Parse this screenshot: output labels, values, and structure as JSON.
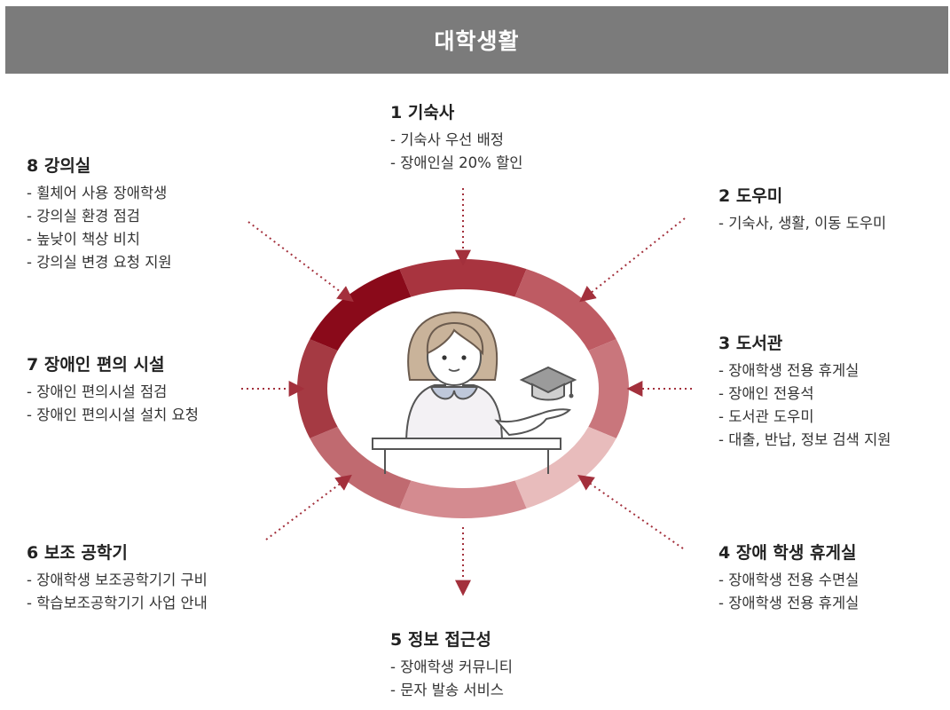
{
  "header": {
    "title": "대학생활"
  },
  "sections": [
    {
      "id": "1",
      "title": "1 기숙사",
      "items": [
        "기숙사 우선 배정",
        "장애인실 20% 할인"
      ]
    },
    {
      "id": "2",
      "title": "2 도우미",
      "items": [
        "기숙사, 생활, 이동 도우미"
      ]
    },
    {
      "id": "3",
      "title": "3 도서관",
      "items": [
        "장애학생 전용 휴게실",
        "장애인 전용석",
        "도서관 도우미",
        "대출, 반납, 정보 검색 지원"
      ]
    },
    {
      "id": "4",
      "title": "4 장애 학생 휴게실",
      "items": [
        "장애학생 전용 수면실",
        "장애학생 전용 휴게실"
      ]
    },
    {
      "id": "5",
      "title": "5 정보 접근성",
      "items": [
        "장애학생 커뮤니티",
        "문자 발송 서비스"
      ]
    },
    {
      "id": "6",
      "title": "6 보조 공학기",
      "items": [
        "장애학생 보조공학기기 구비",
        "학습보조공학기기 사업 안내"
      ]
    },
    {
      "id": "7",
      "title": "7 장애인 편의 시설",
      "items": [
        "장애인 편의시설 점검",
        "장애인 편의시설 설치 요청"
      ]
    },
    {
      "id": "8",
      "title": "8 강의실",
      "items": [
        "휠체어 사용 장애학생",
        "강의실 환경 점검",
        "높낮이 책상 비치",
        "강의실 변경 요청 지원"
      ]
    }
  ],
  "colors": {
    "header_bg": "#7b7b7b",
    "ring_segments": [
      "#a8343f",
      "#be5b63",
      "#c9767c",
      "#e8bcbc",
      "#d48b90",
      "#c06a70",
      "#a53a43",
      "#8a0a1a"
    ],
    "arrow": "#a3303c"
  },
  "icons": {
    "center": "student-with-graduation-cap-icon"
  }
}
